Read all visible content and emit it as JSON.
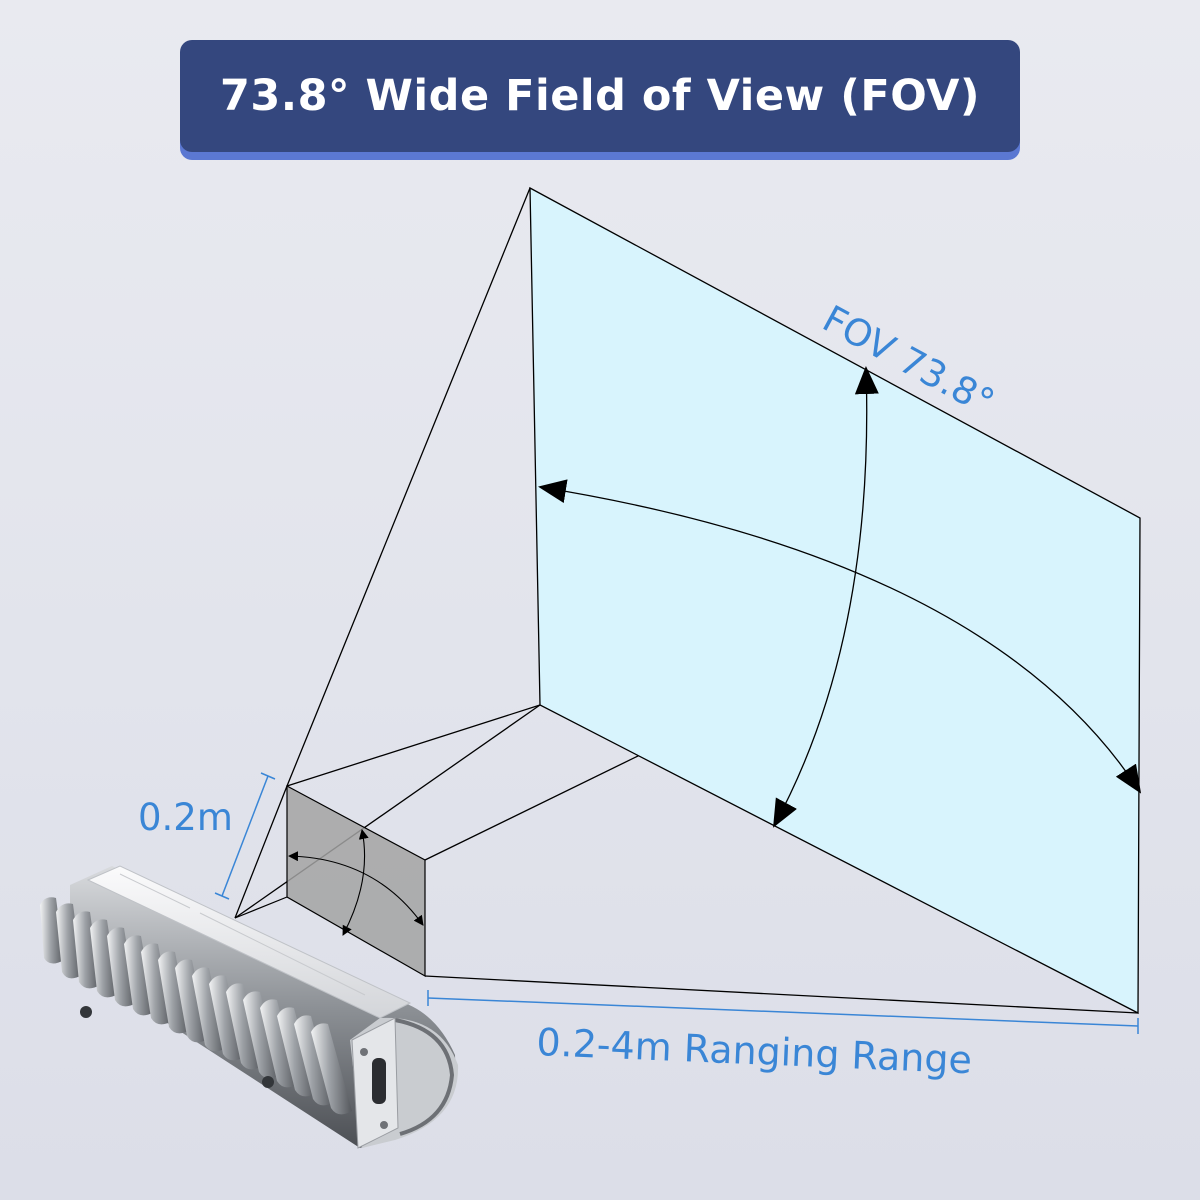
{
  "header": {
    "title": "73.8° Wide Field of View (FOV)"
  },
  "labels": {
    "fov": "FOV 73.8°",
    "near_size": "0.2m",
    "range": "0.2-4m Ranging Range"
  },
  "colors": {
    "banner": "#34477e",
    "banner_shadow": "#5b78d2",
    "far_plane": "#d8f4fd",
    "near_plane": "#a3a3a3",
    "label_blue": "#3a86d6"
  }
}
